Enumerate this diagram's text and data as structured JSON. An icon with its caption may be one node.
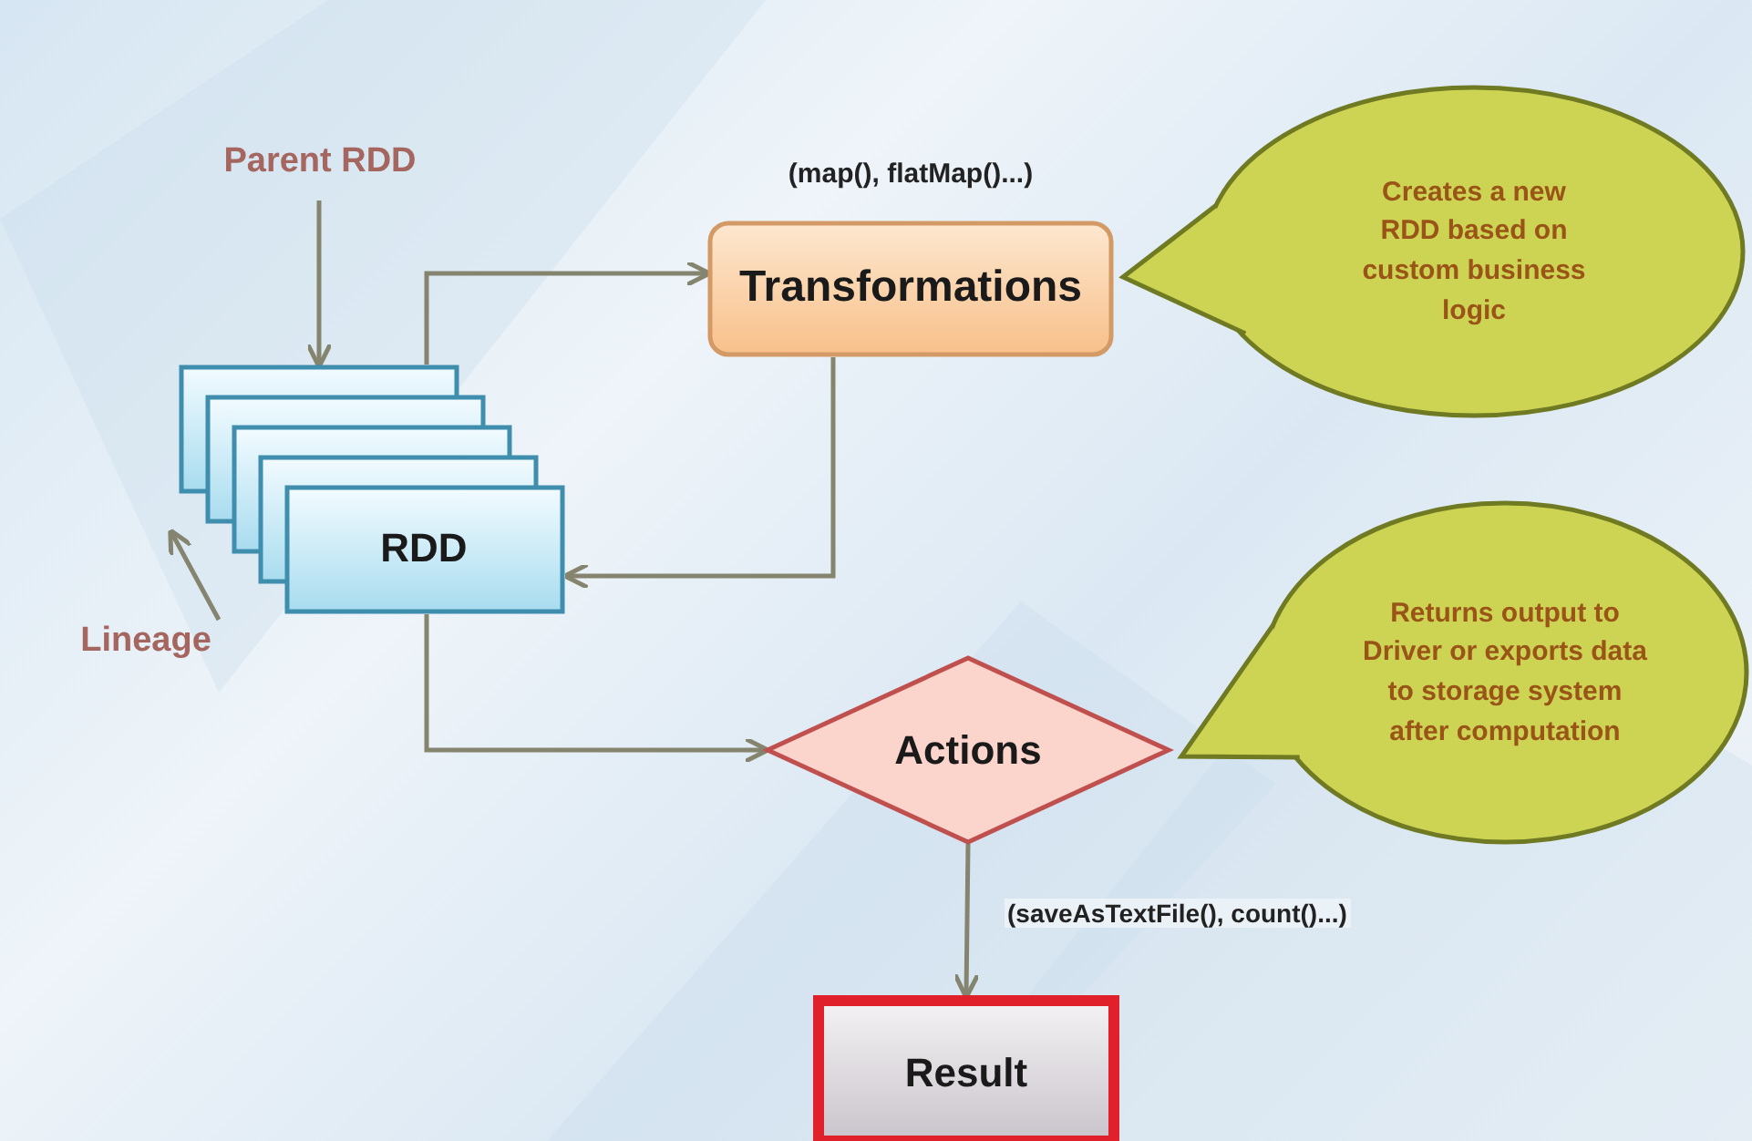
{
  "diagram": {
    "nodes": [
      {
        "text": [
          "Parent RDD"
        ]
      },
      {
        "text": [
          "RDD"
        ]
      },
      {
        "text": [
          "Transformations"
        ],
        "beside": [
          "(map(), flatMap()...)"
        ]
      },
      {
        "text": [
          "Creates a new RDD based on custom business logic"
        ]
      },
      {
        "text": [
          "Actions"
        ]
      },
      {
        "text": [
          "Returns output to Driver or exports data to storage system after computation"
        ]
      },
      {
        "text": [
          "Result"
        ]
      },
      {
        "text": [
          "Lineage"
        ]
      }
    ],
    "edges": [
      {
        "from": 0,
        "to": 1,
        "arrow": "to"
      },
      {
        "from": 1,
        "to": 2,
        "arrow": "to"
      },
      {
        "from": 2,
        "to": 1,
        "arrow": "to"
      },
      {
        "from": 1,
        "to": 4,
        "arrow": "to"
      },
      {
        "from": 4,
        "to": 6,
        "arrow": "to",
        "label": "(saveAsTextFile(), count()...)"
      },
      {
        "from": 7,
        "to": 1,
        "arrow": "to"
      }
    ]
  }
}
